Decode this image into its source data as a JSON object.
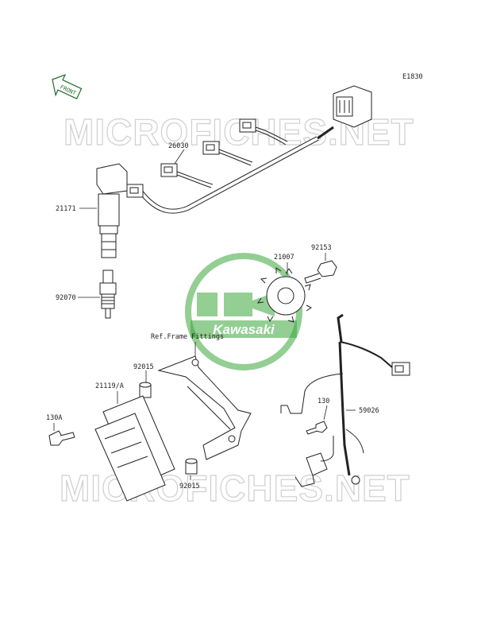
{
  "diagram": {
    "code": "E1830",
    "front_label": "FRONT",
    "ref_note": "Ref.Frame Fittings",
    "logo_text": "Kawasaki",
    "watermark": "MICROFICHES.NET",
    "colors": {
      "line": "#222222",
      "logo": "#3aa63a",
      "watermark": "#cfcfcf"
    }
  },
  "parts": {
    "p26030": "26030",
    "p21171": "21171",
    "p92070": "92070",
    "p21007": "21007",
    "p92153": "92153",
    "p92015a": "92015",
    "p21119": "21119/A",
    "p130a": "130A",
    "p92015b": "92015",
    "p130": "130",
    "p59026": "59026"
  }
}
